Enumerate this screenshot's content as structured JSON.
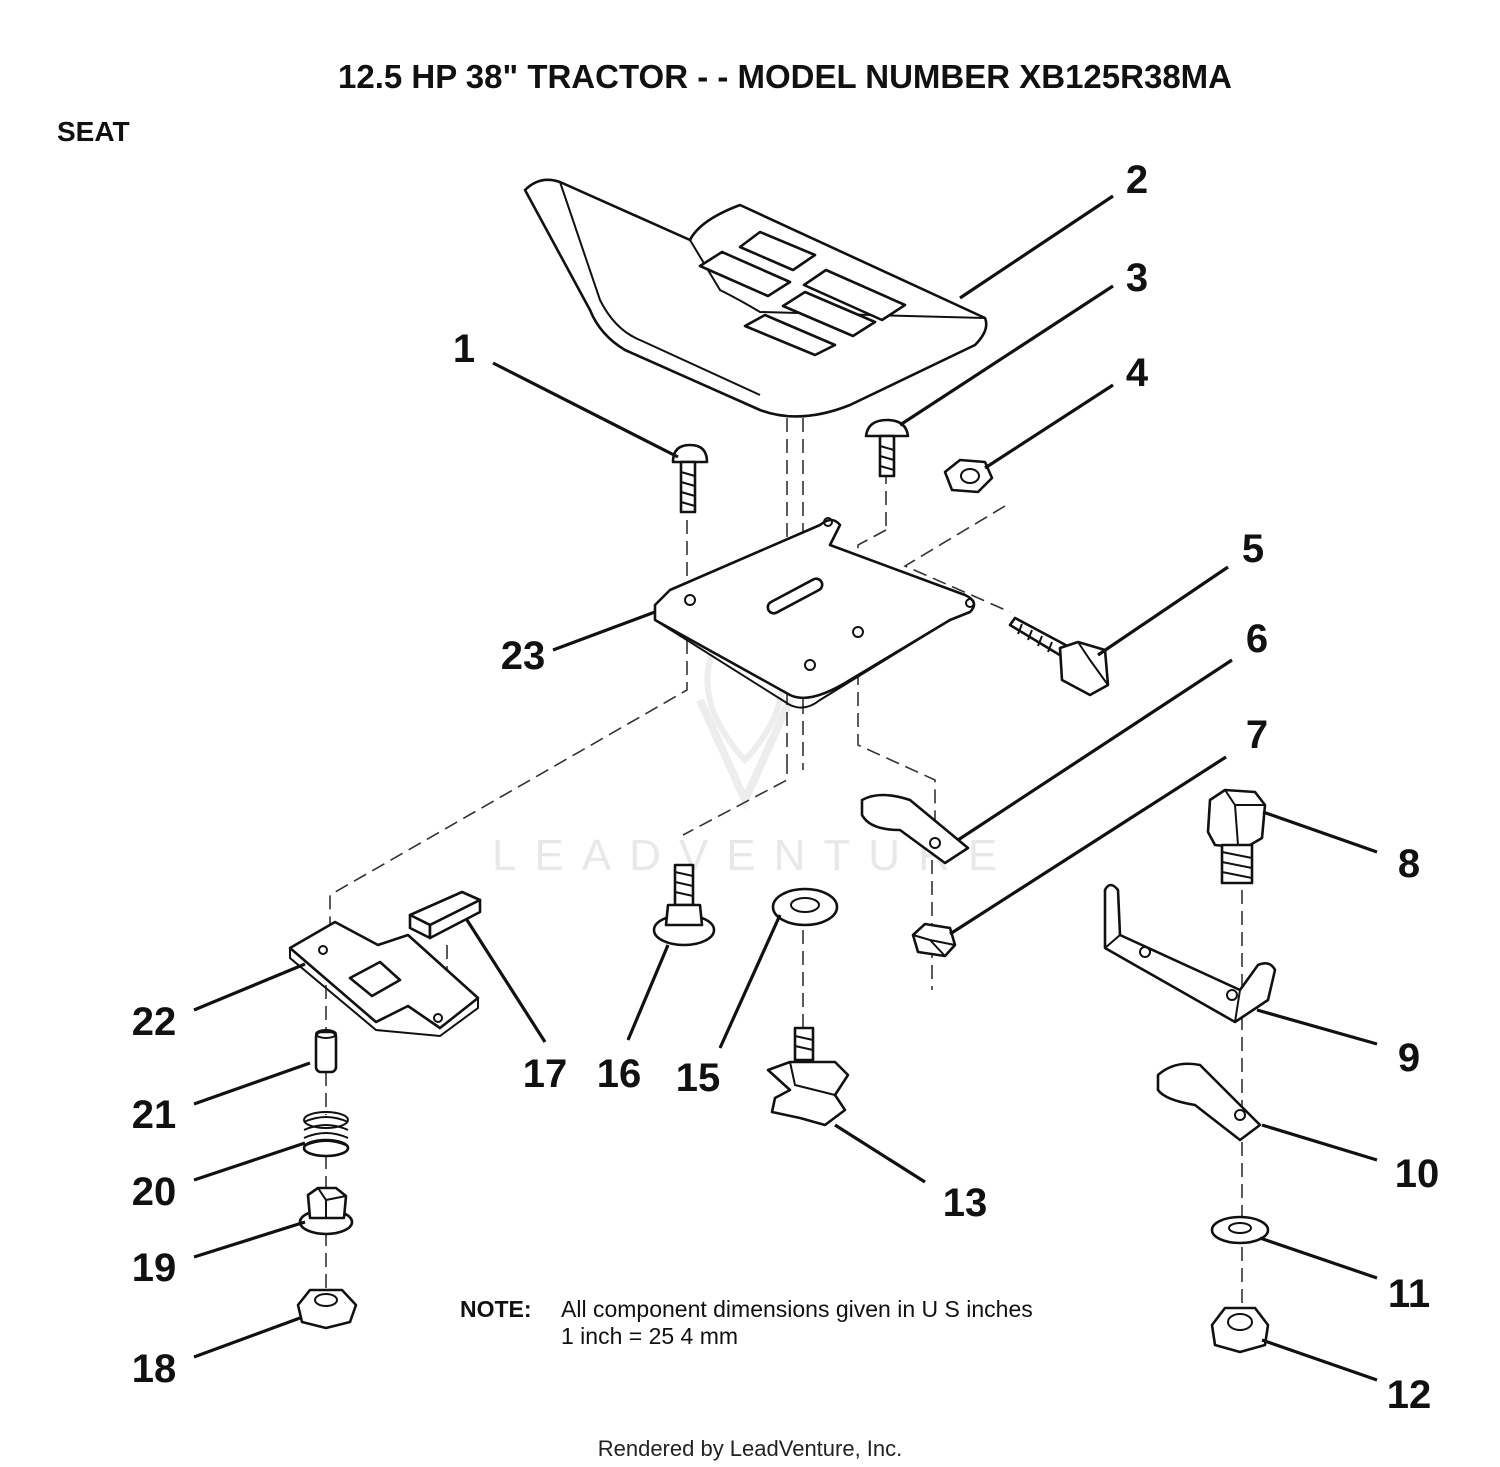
{
  "title": "12.5 HP 38\" TRACTOR - - MODEL NUMBER XB125R38MA",
  "section": "SEAT",
  "callouts": [
    "1",
    "2",
    "3",
    "4",
    "5",
    "6",
    "7",
    "8",
    "9",
    "10",
    "11",
    "12",
    "13",
    "15",
    "16",
    "17",
    "18",
    "19",
    "20",
    "21",
    "22",
    "23"
  ],
  "note": {
    "label": "NOTE:",
    "line1": "All component dimensions given in U S  inches",
    "line2": "1 inch = 25 4 mm"
  },
  "watermark": "LEADVENTURE",
  "footer": "Rendered by LeadVenture, Inc."
}
